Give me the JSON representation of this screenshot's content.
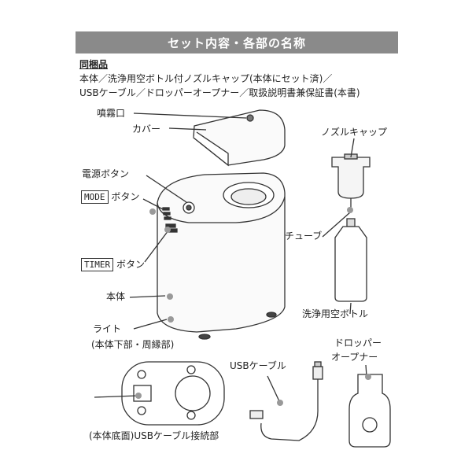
{
  "header": {
    "title": "セット内容・各部の名称"
  },
  "contents": {
    "heading": "同梱品",
    "line1": "本体／洗浄用空ボトル付ノズルキャップ(本体にセット済)／",
    "line2": "USBケーブル／ドロッパーオープナー／取扱説明書兼保証書(本書)"
  },
  "labels": {
    "nozzle_outlet": "噴霧口",
    "cover": "カバー",
    "nozzle_cap": "ノズルキャップ",
    "power_button": "電源ボタン",
    "mode_box": "MODE",
    "mode_suffix": "ボタン",
    "tube": "チューブ",
    "timer_box": "TIMER",
    "timer_suffix": "ボタン",
    "body": "本体",
    "cleaning_bottle": "洗浄用空ボトル",
    "light": "ライト",
    "light_note": "(本体下部・周縁部)",
    "usb_cable": "USBケーブル",
    "dropper_opener_1": "ドロッパー",
    "dropper_opener_2": "オープナー",
    "usb_port": "(本体底面)USBケーブル接続部"
  }
}
